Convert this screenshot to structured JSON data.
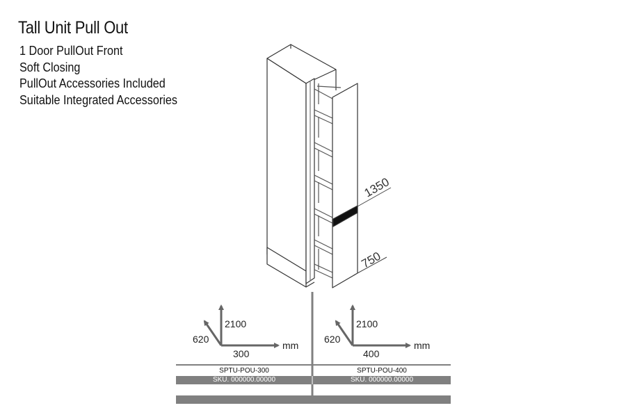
{
  "title": "Tall Unit Pull Out",
  "features": [
    "1 Door PullOut Front",
    "Soft Closing",
    "PullOut Accessories Included",
    "Suitable Integrated Accessories"
  ],
  "drawing": {
    "dim_upper": "1350",
    "dim_lower": "750"
  },
  "variants": [
    {
      "height": "2100",
      "depth": "620",
      "width": "300",
      "unit": "mm",
      "code": "SPTU-POU-300",
      "sku": "SKU. 000000.00000"
    },
    {
      "height": "2100",
      "depth": "620",
      "width": "400",
      "unit": "mm",
      "code": "SPTU-POU-400",
      "sku": "SKU. 000000.00000"
    }
  ],
  "colors": {
    "gray": "#808080",
    "line": "#555555"
  }
}
